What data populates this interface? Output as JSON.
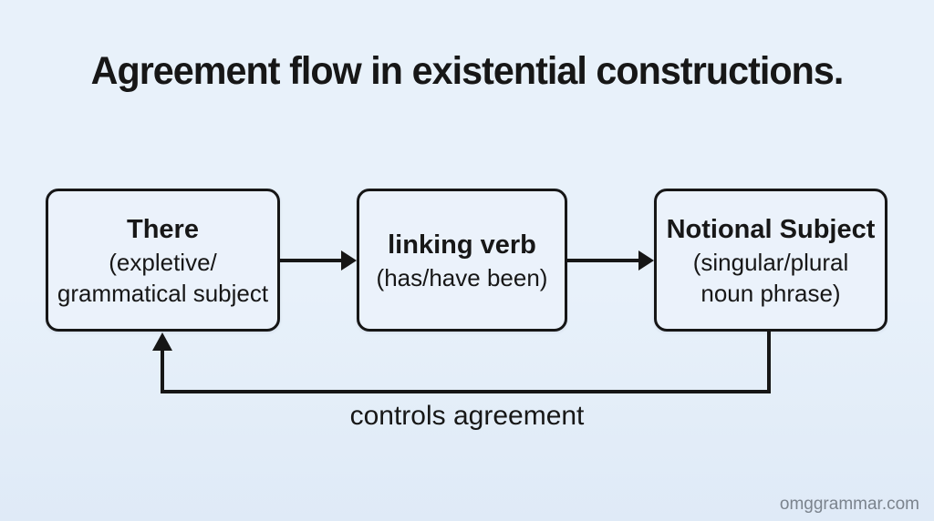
{
  "title": "Agreement flow in existential constructions.",
  "diagram": {
    "nodes": [
      {
        "id": "there",
        "title": "There",
        "lines": [
          "(expletive/",
          "grammatical subject"
        ]
      },
      {
        "id": "linking-verb",
        "title": "linking verb",
        "lines": [
          "(has/have been)"
        ]
      },
      {
        "id": "notional-subject",
        "title": "Notional Subject",
        "lines": [
          "(singular/plural",
          "noun phrase)"
        ]
      }
    ],
    "edges": [
      {
        "from": "there",
        "to": "linking-verb",
        "label": ""
      },
      {
        "from": "linking-verb",
        "to": "notional-subject",
        "label": ""
      },
      {
        "from": "notional-subject",
        "to": "there",
        "label": "controls agreement"
      }
    ]
  },
  "watermark": "omggrammar.com",
  "colors": {
    "background": "#e8f1fa",
    "background_bottom": "#dfeaf7",
    "box_fill": "#ebf2fb",
    "line": "#161616",
    "text": "#171717",
    "watermark": "#7b838d"
  }
}
